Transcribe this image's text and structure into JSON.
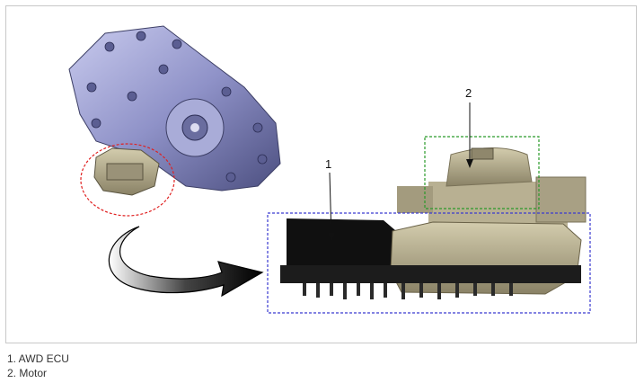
{
  "diagram": {
    "callouts": [
      {
        "num": "1",
        "label": "AWD ECU"
      },
      {
        "num": "2",
        "label": "Motor"
      }
    ],
    "legend": [
      "1. AWD ECU",
      "2. Motor"
    ],
    "colors": {
      "frame_border": "#c8c8c8",
      "ecu_box": "#3a3ad0",
      "motor_box": "#2a9a2a",
      "highlight_circle": "#e02020",
      "arrow": "#111111",
      "transmission": "#8f92c8",
      "ecu_body": "#b2aa8a"
    },
    "icons": [
      "curved-arrow-icon"
    ]
  }
}
